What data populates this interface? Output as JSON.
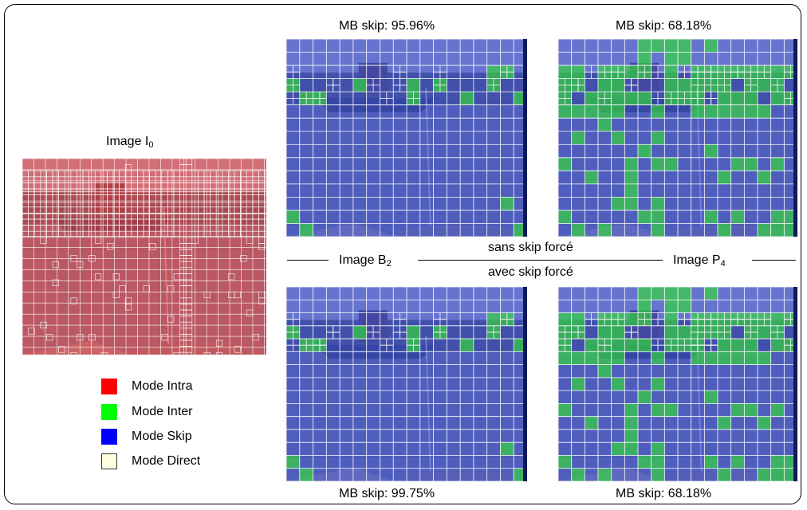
{
  "figure": {
    "image_i0": {
      "prefix": "Image I",
      "sub": "0"
    },
    "image_b2": {
      "prefix": "Image B",
      "sub": "2"
    },
    "image_p4": {
      "prefix": "Image P",
      "sub": "4"
    },
    "top_left_stat": "MB skip: 95.96%",
    "top_right_stat": "MB skip: 68.18%",
    "bottom_left_stat": "MB skip: 99.75%",
    "bottom_right_stat": "MB skip: 68.18%",
    "sans_skip": "sans skip forcé",
    "avec_skip": "avec skip forcé"
  },
  "legend": [
    {
      "label": "Mode Intra",
      "color": "#ff0000"
    },
    {
      "label": "Mode Inter",
      "color": "#00ff00"
    },
    {
      "label": "Mode Skip",
      "color": "#0000ff"
    },
    {
      "label": "Mode Direct",
      "color": "#ffffe0"
    }
  ],
  "colors": {
    "intra_overlay": "#e03a3a",
    "inter_overlay": "#33dd33",
    "skip_overlay": "#3344cc",
    "grid": "#ffffff",
    "frame": "#000000"
  }
}
